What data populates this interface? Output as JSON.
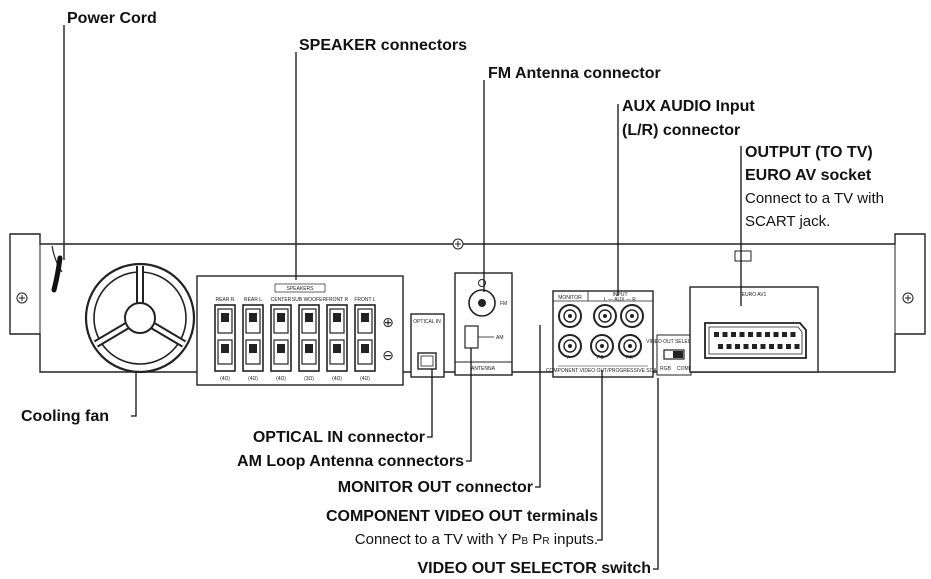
{
  "callouts": {
    "power_cord": "Power Cord",
    "speaker_connectors": "SPEAKER connectors",
    "fm_antenna": "FM Antenna connector",
    "aux_audio_line1": "AUX AUDIO Input",
    "aux_audio_line2": "(L/R) connector",
    "output_tv_line1": "OUTPUT (TO TV)",
    "output_tv_line2": "EURO AV socket",
    "output_tv_desc1": "Connect to a TV with",
    "output_tv_desc2": "SCART jack.",
    "cooling_fan": "Cooling fan",
    "optical_in": "OPTICAL IN connector",
    "am_loop": "AM Loop Antenna connectors",
    "monitor_out": "MONITOR OUT connector",
    "component_video": "COMPONENT VIDEO OUT terminals",
    "component_desc_prefix": "Connect to a TV with Y P",
    "component_desc_b": "B",
    "component_desc_mid": " P",
    "component_desc_r": "R",
    "component_desc_suffix": " inputs.",
    "video_selector": "VIDEO OUT SELECTOR switch"
  },
  "panel_text": {
    "speakers": "SPEAKERS",
    "speaker_terminals": [
      {
        "name": "REAR R",
        "ohm": "(4Ω)"
      },
      {
        "name": "REAR L",
        "ohm": "(4Ω)"
      },
      {
        "name": "CENTER",
        "ohm": "(4Ω)"
      },
      {
        "name": "SUB WOOFER",
        "ohm": "(3Ω)"
      },
      {
        "name": "FRONT R",
        "ohm": "(4Ω)"
      },
      {
        "name": "FRONT L",
        "ohm": "(4Ω)"
      }
    ],
    "plus_sign": "⊕",
    "minus_sign": "⊖",
    "optical_in": "OPTICAL IN",
    "fm": "FM",
    "am": "AM",
    "antenna": "ANTENNA",
    "monitor": "MONITOR",
    "input": "INPUT",
    "aux": "L — AUX — R",
    "y": "Y",
    "pb": "PB",
    "pr": "PR",
    "component_caption": "COMPONENT VIDEO OUT/PROGRESSIVE SCAN",
    "selector": "VIDEO OUT SELECTOR",
    "rgb": "RGB",
    "comp": "COMP",
    "euro_av": "EURO AV1"
  }
}
